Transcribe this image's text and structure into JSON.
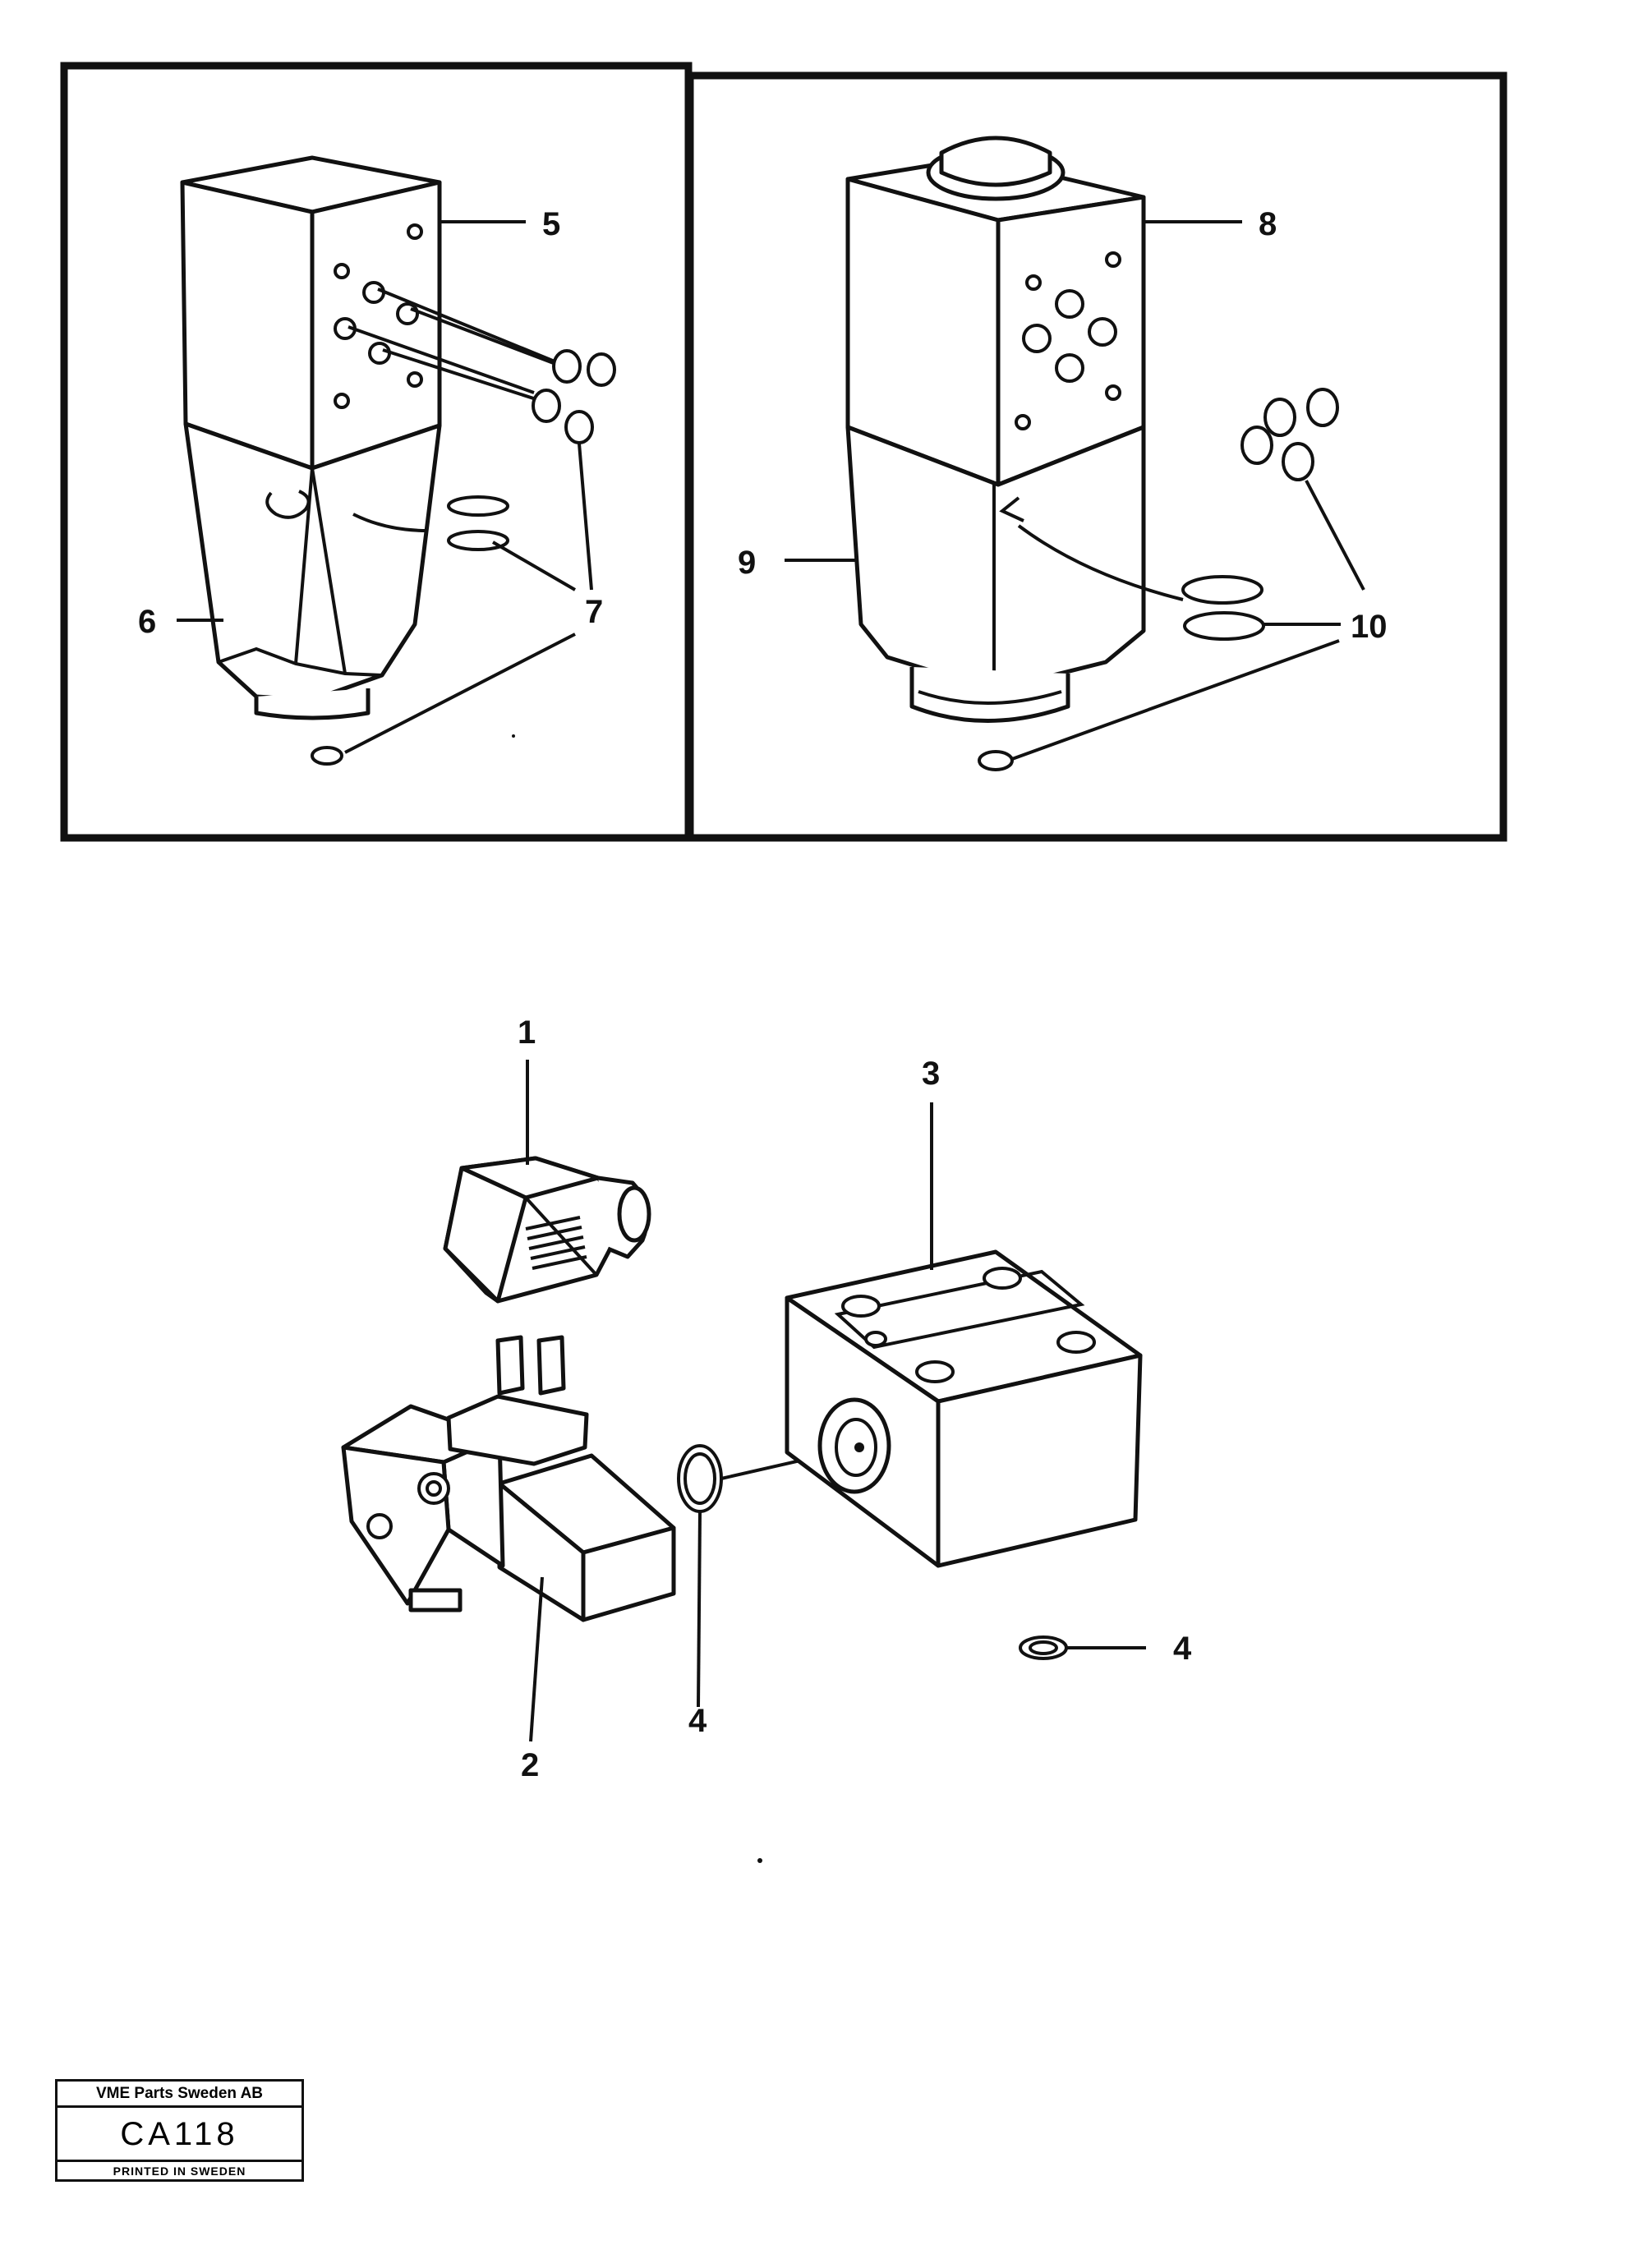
{
  "callouts": {
    "c1": "1",
    "c2": "2",
    "c3": "3",
    "c4a": "4",
    "c4b": "4",
    "c5": "5",
    "c6": "6",
    "c7a": "7",
    "c7b": "7",
    "c8": "8",
    "c9": "9",
    "c10a": "10",
    "c10b": "10"
  },
  "stamp": {
    "company": "VME Parts Sweden AB",
    "code": "CA118",
    "printed": "PRINTED IN SWEDEN"
  },
  "colors": {
    "ink": "#111111",
    "paper": "#ffffff"
  }
}
